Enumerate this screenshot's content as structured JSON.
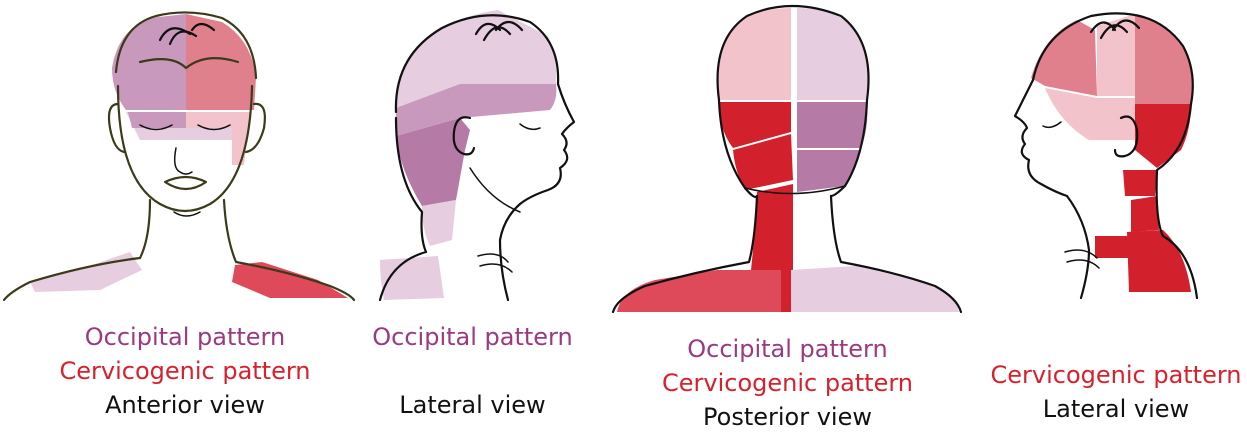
{
  "colors": {
    "occipital_text": "#9b3a7e",
    "cervicogenic_text": "#d7212d",
    "view_text": "#111111",
    "occipital_light": "#e6cde0",
    "occipital_mid": "#c899bd",
    "occipital_dark": "#b57aa6",
    "cervicogenic_light": "#f3c3cb",
    "cervicogenic_mid": "#e1808d",
    "cervicogenic_dark": "#d3202d",
    "cervicogenic_strong": "#de4a5a"
  },
  "panels": [
    {
      "icon": "anterior-head-icon",
      "captions": {
        "occipital": "Occipital pattern",
        "cervicogenic": "Cervicogenic pattern",
        "view": "Anterior view"
      }
    },
    {
      "icon": "lateral-head-right-icon",
      "captions": {
        "occipital": "Occipital pattern",
        "view": "Lateral view"
      }
    },
    {
      "icon": "posterior-head-icon",
      "captions": {
        "occipital": "Occipital pattern",
        "cervicogenic": "Cervicogenic pattern",
        "view": "Posterior view"
      }
    },
    {
      "icon": "lateral-head-left-icon",
      "captions": {
        "cervicogenic": "Cervicogenic pattern",
        "view": "Lateral view"
      }
    }
  ]
}
